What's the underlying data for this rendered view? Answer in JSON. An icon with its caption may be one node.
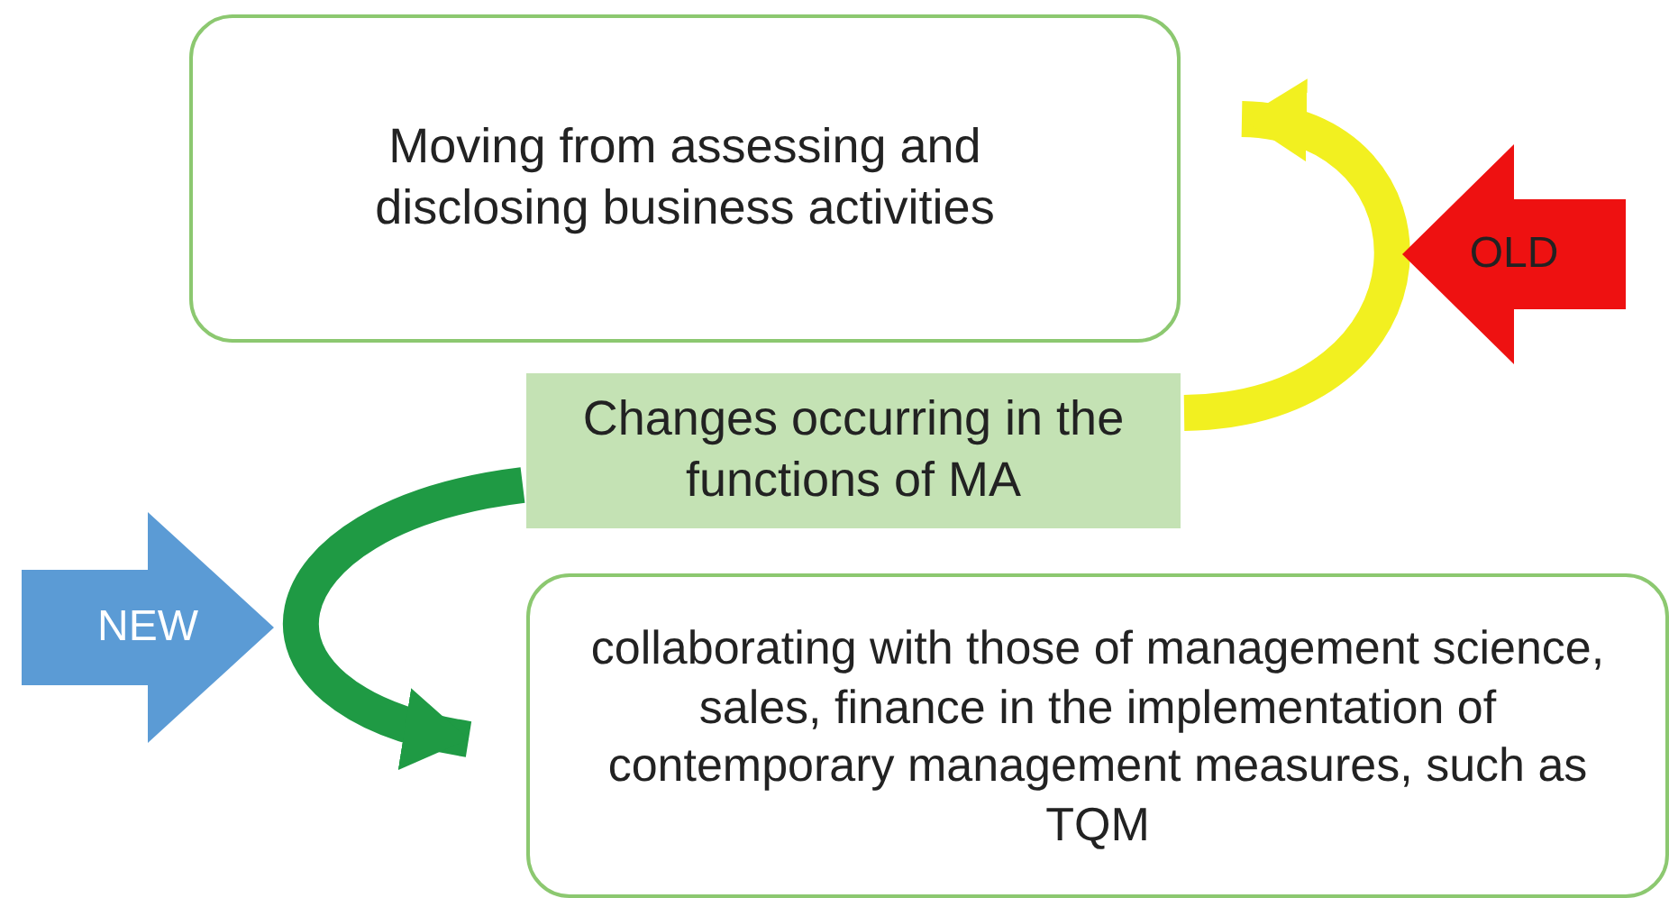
{
  "diagram": {
    "nodes": [
      {
        "text": [
          "Moving from assessing and disclosing business activities"
        ]
      },
      {
        "text": [
          "OLD"
        ]
      },
      {
        "text": [
          "Changes occurring in the functions of MA"
        ]
      },
      {
        "text": [
          "NEW"
        ]
      },
      {
        "text": [
          "collaborating with those of management science, sales, finance in the implementation of contemporary management measures, such as TQM"
        ]
      }
    ],
    "edges": [
      {
        "from": 2,
        "to": 0,
        "arrow": "to",
        "color": "#f2f020"
      },
      {
        "from": 2,
        "to": 4,
        "arrow": "to",
        "color": "#1f9a44"
      }
    ]
  }
}
